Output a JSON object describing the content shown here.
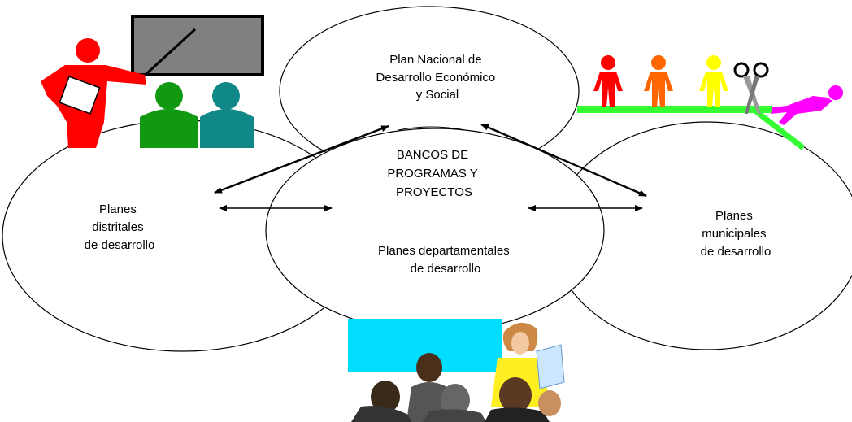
{
  "diagram": {
    "nacional": {
      "lines": [
        "Plan Nacional de",
        "Desarrollo Económico",
        "y Social"
      ]
    },
    "bancos": {
      "lines": [
        "BANCOS DE",
        "PROGRAMAS Y",
        "PROYECTOS"
      ]
    },
    "departamentales": {
      "lines": [
        "Planes departamentales",
        "de desarrollo"
      ]
    },
    "distritales": {
      "lines": [
        "Planes",
        "distritales",
        "de desarrollo"
      ]
    },
    "municipales": {
      "lines": [
        "Planes",
        "municipales",
        "de desarrollo"
      ]
    }
  },
  "icons": {
    "teacher": "teacher-pointing-icon",
    "people": "people-chain-icon",
    "meeting": "meeting-presenter-icon"
  },
  "colors": {
    "teacher": "#ff0000",
    "student1": "#119911",
    "student2": "#118888",
    "board": "#808080",
    "person1": "#ff0000",
    "person2": "#ff6600",
    "person3": "#ffff00",
    "person4": "#ff00ff",
    "platform": "#33ff33",
    "screen": "#00ddff"
  }
}
